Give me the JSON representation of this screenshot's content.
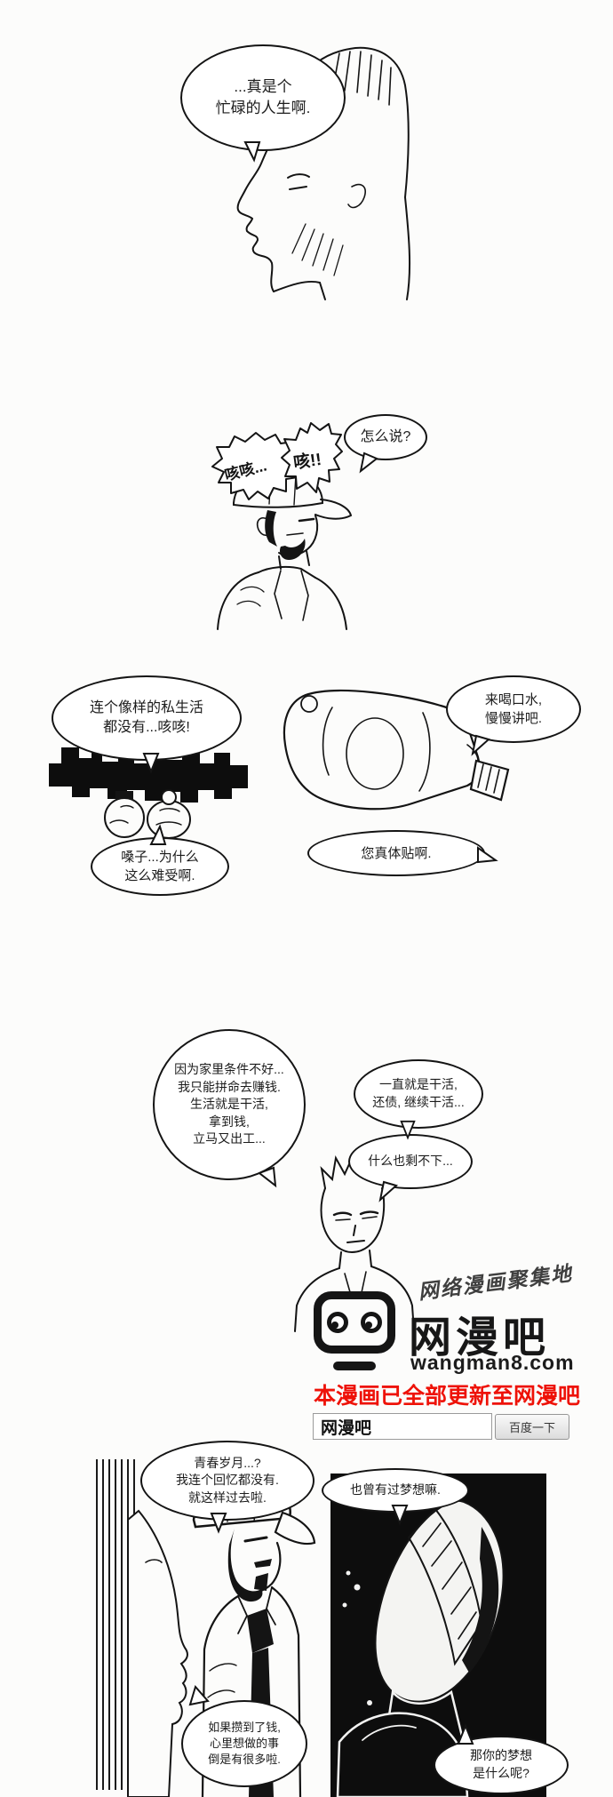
{
  "page": {
    "bg": "#fcfcfb",
    "ink": "#141414"
  },
  "panel1": {
    "bubble_busy_life": "...真是个\n忙碌的人生啊."
  },
  "panel2": {
    "bubble_how_so": "怎么说?",
    "sfx_cough_a": "咳咳...",
    "sfx_cough_b": "咳!!"
  },
  "panel3": {
    "bubble_no_private_life": "连个像样的私生活\n都没有...咳咳!",
    "bubble_drink_water": "来喝口水,\n慢慢讲吧.",
    "bubble_considerate": "您真体贴啊.",
    "bubble_throat": "嗓子...为什么\n这么难受啊."
  },
  "panel4": {
    "bubble_family": "因为家里条件不好...\n我只能拼命去赚钱.\n生活就是干活,\n拿到钱,\n立马又出工...",
    "bubble_work_debt": "一直就是干活,\n还债, 继续干活...",
    "bubble_nothing_left": "什么也剩不下..."
  },
  "watermark": {
    "tagline": "网络漫画聚集地",
    "site_name": "网漫吧",
    "site_url": "wangman8.com",
    "notice": "本漫画已全部更新至网漫吧",
    "notice_color": "#ee1208",
    "search_value": "网漫吧",
    "search_button": "百度一下"
  },
  "panel5": {
    "bubble_youth": "青春岁月...?\n我连个回忆都没有.\n就这样过去啦.",
    "bubble_had_dreams": "也曾有过梦想嘛.",
    "bubble_if_saved": "如果攒到了钱,\n心里想做的事\n倒是有很多啦.",
    "bubble_your_dream": "那你的梦想\n是什么呢?"
  }
}
